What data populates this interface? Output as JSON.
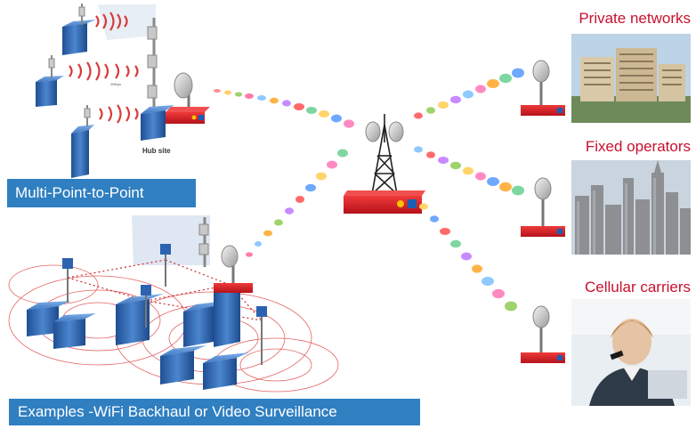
{
  "captions": {
    "multi_point": "Multi-Point-to-Point",
    "examples": "Examples -WiFi Backhaul or Video Surveillance"
  },
  "labels": {
    "hub_site": "Hub site"
  },
  "destinations": [
    {
      "heading": "Private networks"
    },
    {
      "heading": "Fixed operators"
    },
    {
      "heading": "Cellular carriers"
    }
  ],
  "colors": {
    "caption_bg": "#2f7fc1",
    "heading_text": "#c8102e",
    "radio_red": "#d42029",
    "building_blue": "#3a6fb0"
  }
}
